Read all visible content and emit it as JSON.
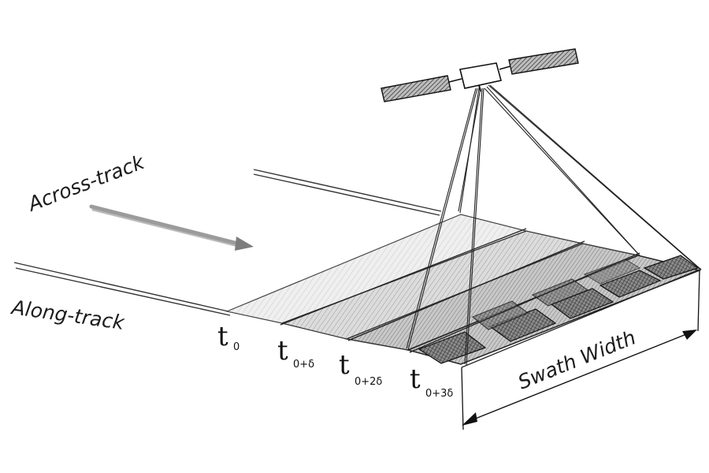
{
  "labels": {
    "across_track": "Across-track",
    "along_track": "Along-track",
    "swath_width": "Swath Width"
  },
  "time_labels": [
    {
      "main": "t",
      "sub": "0"
    },
    {
      "main": "t",
      "sub": "0+δ"
    },
    {
      "main": "t",
      "sub": "0+2δ"
    },
    {
      "main": "t",
      "sub": "0+3δ"
    }
  ],
  "colors": {
    "ink": "#1c1c1c",
    "arrow": "#8a8a8a",
    "shade_light": "#e9e9e9",
    "shade_dark": "#3a3a3a"
  }
}
